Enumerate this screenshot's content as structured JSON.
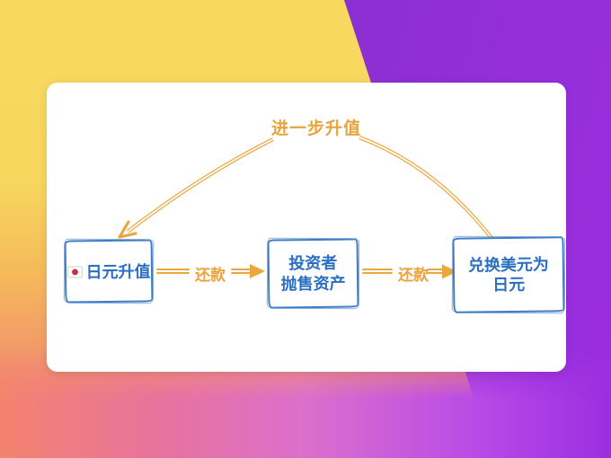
{
  "slide": {
    "top_label": "进一步升值",
    "nodes": {
      "yen_appreciation": {
        "label": "日元升值",
        "icon": "japan-flag-icon"
      },
      "investors_sell": {
        "line1": "投资者",
        "line2": "抛售资产"
      },
      "exchange_usd_jpy": {
        "line1": "兑换美元为",
        "line2": "日元"
      }
    },
    "edges": {
      "repay_1": "还款",
      "repay_2": "还款"
    },
    "colors": {
      "accent_orange": "#E8A33C",
      "node_text_blue": "#2C6FC2",
      "node_border_blue": "#3E7DC6",
      "card_background": "#FFFFFF",
      "bg_yellow": "#F8D95E",
      "bg_salmon": "#F3836F",
      "bg_magenta": "#DB70CC",
      "bg_purple": "#9C2EE0",
      "bg_blue": "#5E74DC"
    }
  }
}
